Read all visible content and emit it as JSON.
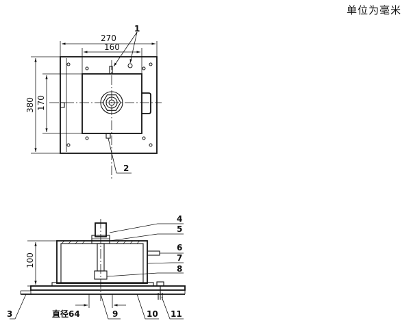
{
  "header": {
    "unit_note": "单位为毫米"
  },
  "top_view": {
    "dims": {
      "overall_width": "270",
      "inner_width": "160",
      "overall_height": "380",
      "inner_height": "170"
    },
    "callouts": {
      "c1": "1",
      "c2": "2"
    }
  },
  "front_view": {
    "dims": {
      "height": "100",
      "diameter": "直径64"
    },
    "callouts": {
      "c3": "3",
      "c4": "4",
      "c5": "5",
      "c6": "6",
      "c7": "7",
      "c8": "8",
      "c9": "9",
      "c10": "10",
      "c11": "11"
    }
  }
}
